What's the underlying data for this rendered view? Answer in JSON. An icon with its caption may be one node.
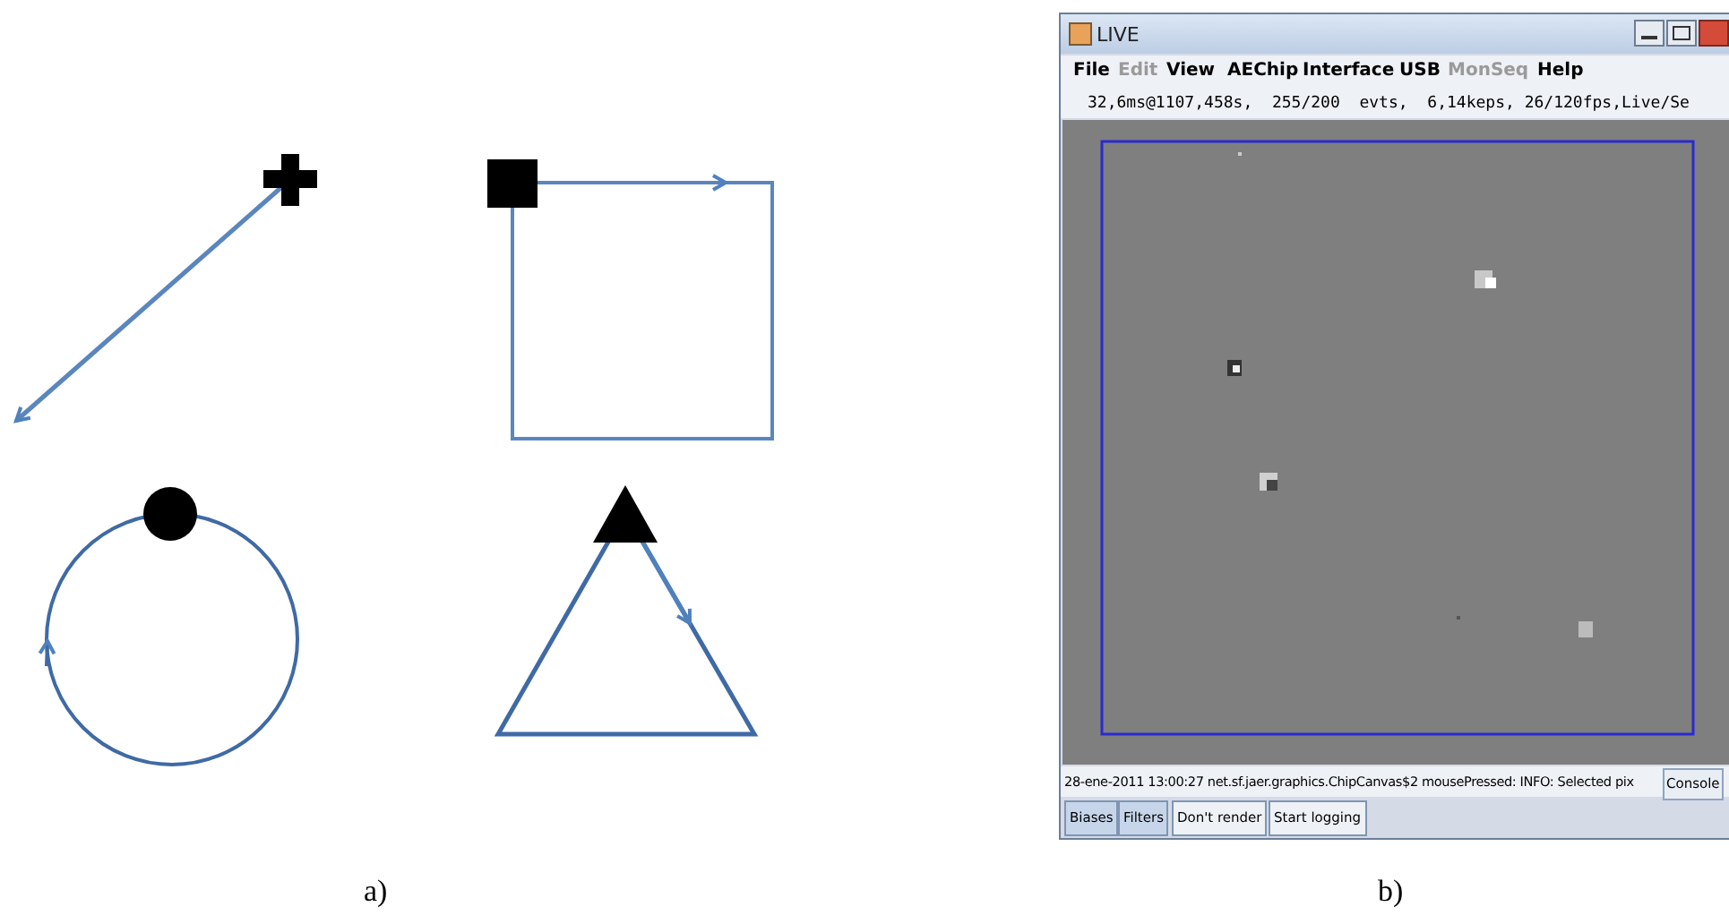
{
  "diagram": {
    "labels": [
      "LIVE",
      "File",
      "Edit",
      "View",
      "AEChip",
      "Interface",
      "USB",
      "MonSeq",
      "Help",
      "32,6ms@1107,458s,  255/200  evts,  6,14keps, 26/120fps,Live/Se",
      "28-ene-2011 13:00:27 net.sf.jaer.graphics.ChipCanvas$2 mousePressed: INFO: Selected pix",
      "Console",
      "Biases",
      "Filters",
      "Don't render",
      "Start logging",
      "a)",
      "b)"
    ]
  }
}
